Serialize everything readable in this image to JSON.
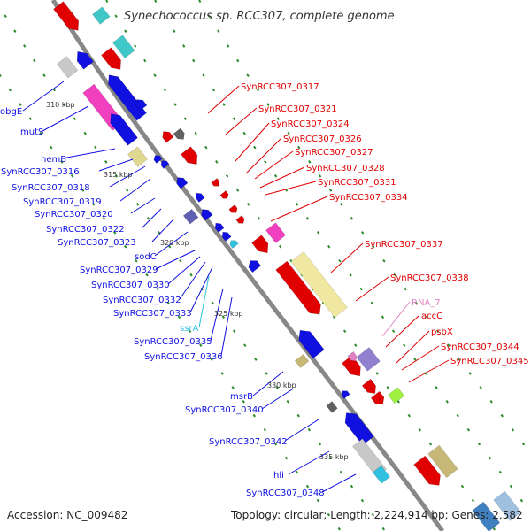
{
  "title": "Synechococcus sp. RCC307, complete genome",
  "accession": "Accession: NC_009482",
  "topology": "Topology: circular; Length: 2,224,914 bp; Genes: 2,582",
  "colors": {
    "forward": "#e00000",
    "reverse": "#1010e0",
    "rna": "#e080c0",
    "trna": "#30c0e0",
    "backbone": "#888888"
  },
  "scale_labels": [
    "310 kbp",
    "315 kbp",
    "320 kbp",
    "325 kbp",
    "330 kbp",
    "335 kbp"
  ],
  "forward_genes": [
    "SynRCC307_0317",
    "SynRCC307_0321",
    "SynRCC307_0324",
    "SynRCC307_0326",
    "SynRCC307_0327",
    "SynRCC307_0328",
    "SynRCC307_0331",
    "SynRCC307_0334",
    "SynRCC307_0337",
    "SynRCC307_0338",
    "RNA_7",
    "accC",
    "psbX",
    "SynRCC307_0344",
    "SynRCC307_0345"
  ],
  "reverse_genes": [
    "obgE",
    "mutS",
    "hemB",
    "SynRCC307_0316",
    "SynRCC307_0318",
    "SynRCC307_0319",
    "SynRCC307_0320",
    "SynRCC307_0322",
    "SynRCC307_0323",
    "sodC",
    "SynRCC307_0329",
    "SynRCC307_0330",
    "SynRCC307_0332",
    "SynRCC307_0333",
    "ssrA",
    "SynRCC307_0335",
    "SynRCC307_0336",
    "msrB",
    "SynRCC307_0340",
    "SynRCC307_0342",
    "hli",
    "SynRCC307_0348"
  ]
}
